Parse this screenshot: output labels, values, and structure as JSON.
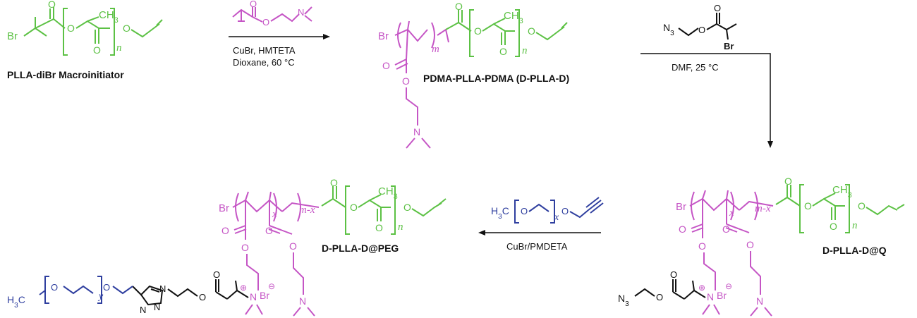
{
  "colors": {
    "plla_green": "#5cc144",
    "pdma_magenta": "#c555c5",
    "peg_blue": "#2f3f9f",
    "black": "#111111"
  },
  "compounds": {
    "macroinitiator": {
      "label": "PLLA-diBr Macroinitiator",
      "atoms": {
        "br": "Br",
        "ch3": "CH",
        "sub3": "3",
        "o": "O",
        "n": "n"
      }
    },
    "dplla": {
      "label": "PDMA-PLLA-PDMA (D-PLLA-D)",
      "atoms": {
        "br": "Br",
        "ch3": "CH",
        "sub3": "3",
        "o": "O",
        "n": "n",
        "m": "m",
        "nitrogen": "N"
      }
    },
    "dpllaq": {
      "label": "D-PLLA-D@Q",
      "atoms": {
        "br": "Br",
        "ch3": "CH",
        "sub3": "3",
        "o": "O",
        "n": "n",
        "x": "x",
        "mx": "m-x",
        "n3": "N",
        "nitrogen": "N",
        "charge_plus": "⊕",
        "charge_minus": "⊖"
      }
    },
    "dpllapeg": {
      "label": "D-PLLA-D@PEG",
      "atoms": {
        "br": "Br",
        "ch3": "CH",
        "sub3": "3",
        "o": "O",
        "n": "n",
        "x": "x",
        "mx": "m-x",
        "h3c": "H",
        "y": "y",
        "nitrogen": "N",
        "charge_plus": "⊕",
        "charge_minus": "⊖"
      }
    }
  },
  "reagents": {
    "step1": {
      "conditions": [
        "CuBr, HMTETA",
        "Dioxane, 60 °C"
      ],
      "atoms": {
        "o": "O",
        "nitrogen": "N"
      }
    },
    "step2": {
      "conditions": [
        "DMF, 25 °C"
      ],
      "atoms": {
        "n3": "N",
        "sub3": "3",
        "o": "O",
        "br": "Br"
      }
    },
    "step3": {
      "conditions": [
        "CuBr/PMDETA"
      ],
      "atoms": {
        "h3c": "H",
        "sub3": "3",
        "c": "C",
        "o": "O",
        "x": "x"
      }
    }
  }
}
